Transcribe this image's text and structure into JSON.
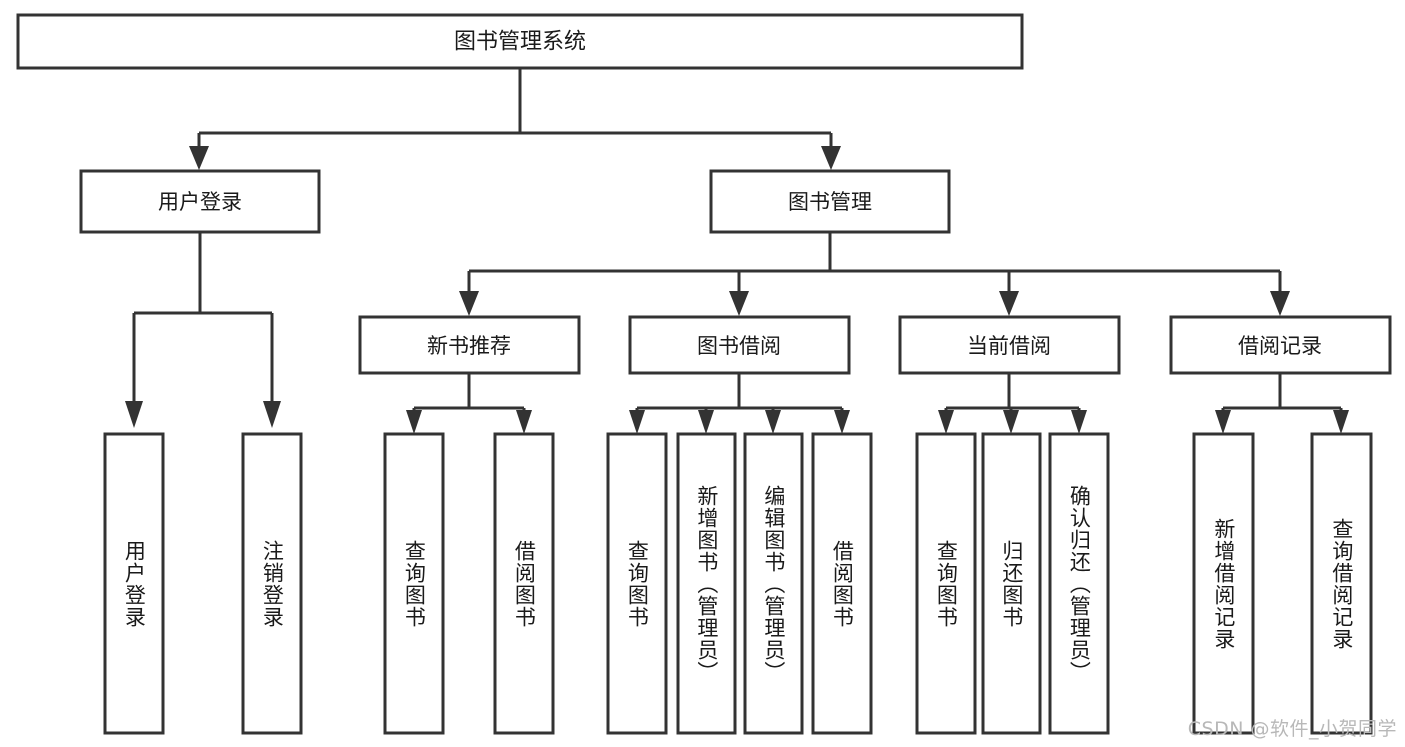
{
  "diagram": {
    "title": "图书管理系统",
    "type": "tree-hierarchy-chart",
    "root": {
      "label": "图书管理系统"
    },
    "level2": [
      {
        "label": "用户登录"
      },
      {
        "label": "图书管理"
      }
    ],
    "level3": [
      {
        "label": "新书推荐"
      },
      {
        "label": "图书借阅"
      },
      {
        "label": "当前借阅"
      },
      {
        "label": "借阅记录"
      }
    ],
    "leaves": {
      "user_login": [
        {
          "label": "用户登录"
        },
        {
          "label": "注销登录"
        }
      ],
      "new_book_recommend": [
        {
          "label": "查询图书"
        },
        {
          "label": "借阅图书"
        }
      ],
      "book_borrow": [
        {
          "label": "查询图书"
        },
        {
          "label": "新增图书（管理员）"
        },
        {
          "label": "编辑图书（管理员）"
        },
        {
          "label": "借阅图书"
        }
      ],
      "current_borrow": [
        {
          "label": "查询图书"
        },
        {
          "label": "归还图书"
        },
        {
          "label": "确认归还（管理员）"
        }
      ],
      "borrow_record": [
        {
          "label": "新增借阅记录"
        },
        {
          "label": "查询借阅记录"
        }
      ]
    }
  },
  "watermark": {
    "text": "CSDN @软件_小贺同学"
  },
  "colors": {
    "box_stroke": "#333333",
    "box_fill": "#ffffff",
    "text": "#1a1a1a",
    "watermark": "#b8b8b8"
  }
}
